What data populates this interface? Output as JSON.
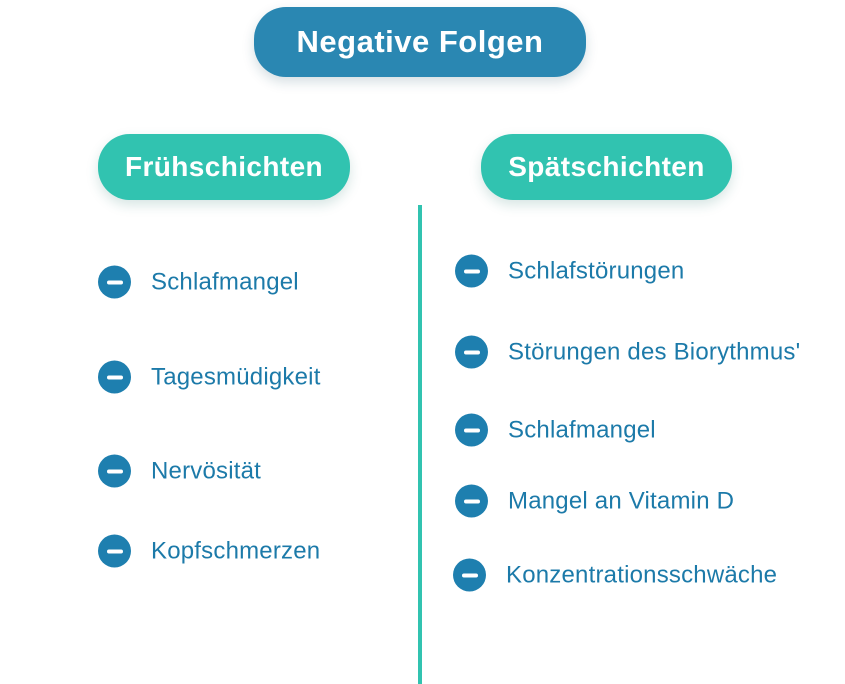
{
  "title": "Negative Folgen",
  "colors": {
    "title_pill": "#2A87B2",
    "header_pill": "#31C3B0",
    "divider": "#31C3B0",
    "bullet": "#1E7FAF",
    "item_text": "#1C7AA9",
    "pill_text": "#FFFFFF",
    "background": "#FFFFFF"
  },
  "icons": {
    "bullet": "minus-icon"
  },
  "columns": [
    {
      "header": "Frühschichten",
      "items": [
        "Schlafmangel",
        "Tagesmüdigkeit",
        "Nervösität",
        "Kopfschmerzen"
      ]
    },
    {
      "header": "Spätschichten",
      "items": [
        "Schlafstörungen",
        "Störungen des Biorythmus'",
        "Schlafmangel",
        "Mangel an Vitamin D",
        "Konzentrationsschwäche"
      ]
    }
  ]
}
